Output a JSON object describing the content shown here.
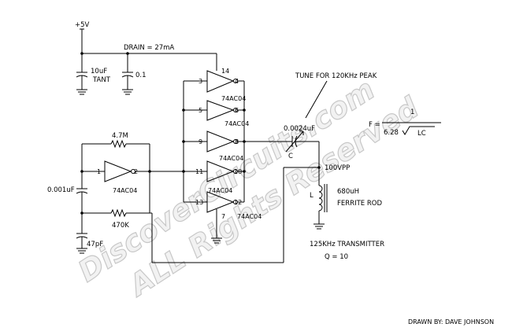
{
  "watermark": {
    "line1": "DiscoverCircuits.com",
    "line2": "ALL Rights Reserved"
  },
  "supply": {
    "label": "+5V",
    "drain": "DRAIN = 27mA"
  },
  "capacitors": {
    "c_tant": "10uF",
    "c_tant_type": "TANT",
    "c_bypass": "0.1",
    "c_timing": "0.001uF",
    "c_small": "47pF",
    "c_tune_value": "0.0024uF",
    "c_tune_ref": "C"
  },
  "resistors": {
    "r_feedback": "4.7M",
    "r_bias": "470K"
  },
  "inverters": {
    "part": "74AC04",
    "pins": {
      "vcc": "14",
      "gnd": "7",
      "u1_in": "1",
      "u1_out": "2",
      "u2_in": "3",
      "u2_out": "4",
      "u3_in": "5",
      "u3_out": "6",
      "u4_in": "9",
      "u4_out": "8",
      "u5_in": "11",
      "u5_out": "10",
      "u6_in": "13",
      "u6_out": "12"
    }
  },
  "notes": {
    "tune": "TUNE FOR 120KHz PEAK",
    "vpp": "100VPP",
    "transmitter": "125KHz TRANSMITTER",
    "q": "Q = 10",
    "drawn_by": "DRAWN BY: DAVE JOHNSON"
  },
  "inductor": {
    "ref": "L",
    "value": "680uH",
    "type": "FERRITE ROD"
  },
  "formula": {
    "lhs": "F =",
    "numerator": "1",
    "denominator_coef": "6.28",
    "radicand": "LC"
  }
}
